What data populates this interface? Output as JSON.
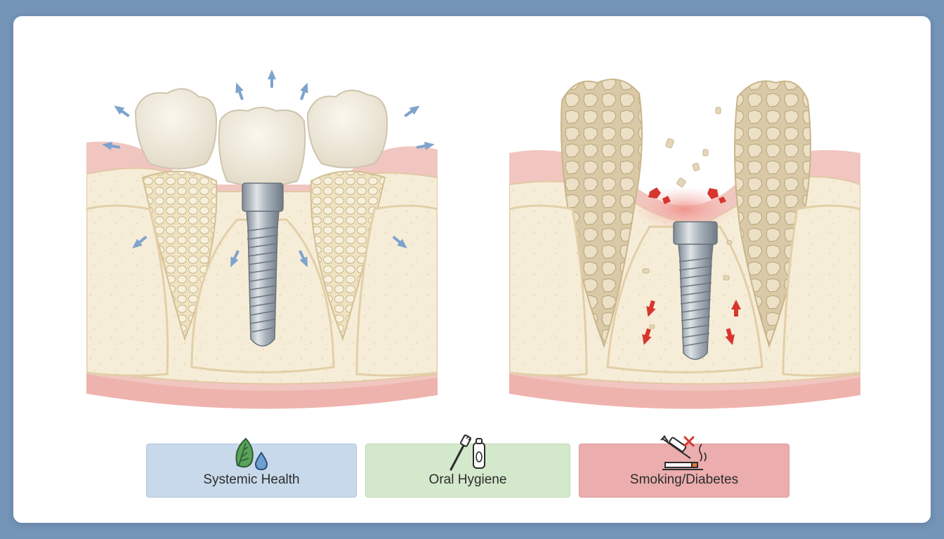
{
  "panels": {
    "left": {
      "state": "healthy-osseointegration"
    },
    "right": {
      "state": "peri-implant-bone-loss"
    }
  },
  "factors": [
    {
      "label": "Systemic Health",
      "icon": "leaf-water-drop-icon",
      "color": "#c7d9ea"
    },
    {
      "label": "Oral Hygiene",
      "icon": "toothbrush-floss-icon",
      "color": "#d4e8cc"
    },
    {
      "label": "Smoking/Diabetes",
      "icon": "syringe-cigarette-icon",
      "color": "#ebadad"
    }
  ],
  "colors": {
    "frame": "#7595b8",
    "gum": "#f1c6c0",
    "bone": "#f5ebd4",
    "tooth": "#f1ecdf",
    "implant": "#a9b2bb",
    "healthy_arrow": "#7ea3cc",
    "loss_arrow": "#d6362e"
  }
}
